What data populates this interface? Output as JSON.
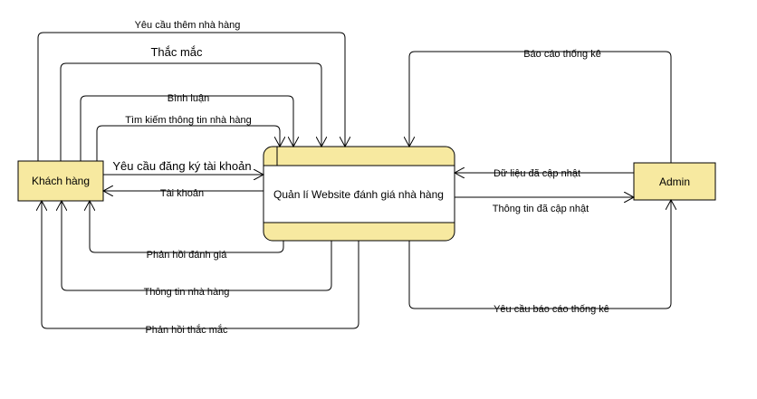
{
  "entities": {
    "customer": "Khách hàng",
    "admin": "Admin"
  },
  "process": {
    "name": "Quản lí Website đánh giá nhà hàng"
  },
  "flows": {
    "add_restaurant_request": "Yêu cầu thêm nhà hàng",
    "questions": "Thắc mắc",
    "comments": "Bình luận",
    "search_info": "Tìm kiếm thông tin nhà hàng",
    "register_request": "Yêu cầu đăng ký tài khoản",
    "account": "Tài khoản",
    "review_feedback": "Phản hồi đánh giá",
    "restaurant_info": "Thông tin nhà hàng",
    "question_feedback": "Phản hồi thắc mắc",
    "stats_report": "Báo cáo thống kê",
    "updated_data": "Dữ liệu đã cập nhật",
    "updated_info": "Thông tin đã cập nhật",
    "stats_report_request": "Yêu cầu báo cáo thống kê"
  },
  "colors": {
    "box_fill": "#f7e9a0",
    "box_stroke": "#000000",
    "process_body": "#ffffff"
  }
}
